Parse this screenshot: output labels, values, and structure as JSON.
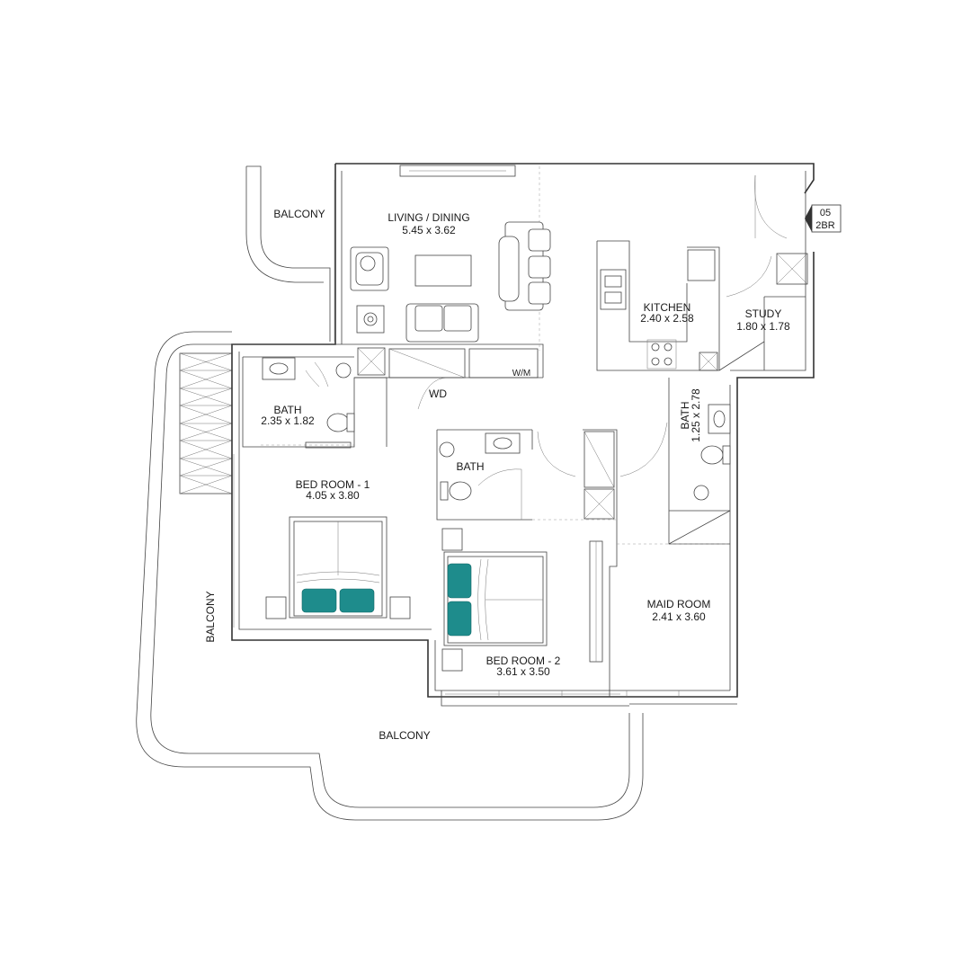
{
  "unit_tag": {
    "number": "05",
    "type": "2BR"
  },
  "rooms": {
    "living_dining": {
      "name": "LIVING / DINING",
      "size": "5.45 x 3.62"
    },
    "kitchen": {
      "name": "KITCHEN",
      "size": "2.40 x 2.58"
    },
    "study": {
      "name": "STUDY",
      "size": "1.80 x 1.78"
    },
    "bath_1": {
      "name": "BATH",
      "size": "2.35 x 1.82"
    },
    "bath_2": {
      "name": "BATH"
    },
    "bath_3": {
      "name": "BATH",
      "size": "1.25 x 2.78"
    },
    "bedroom_1": {
      "name": "BED ROOM - 1",
      "size": "4.05 x 3.80"
    },
    "bedroom_2": {
      "name": "BED ROOM - 2",
      "size": "3.61 x 3.50"
    },
    "maid_room": {
      "name": "MAID ROOM",
      "size": "2.41 x 3.60"
    }
  },
  "balconies": {
    "top": "BALCONY",
    "left": "BALCONY",
    "bottom": "BALCONY"
  },
  "fixtures": {
    "washing_machine": "W/M",
    "wardrobe": "WD"
  },
  "colors": {
    "pillow_accent": "#1e8c8c",
    "walls": "#333333"
  }
}
